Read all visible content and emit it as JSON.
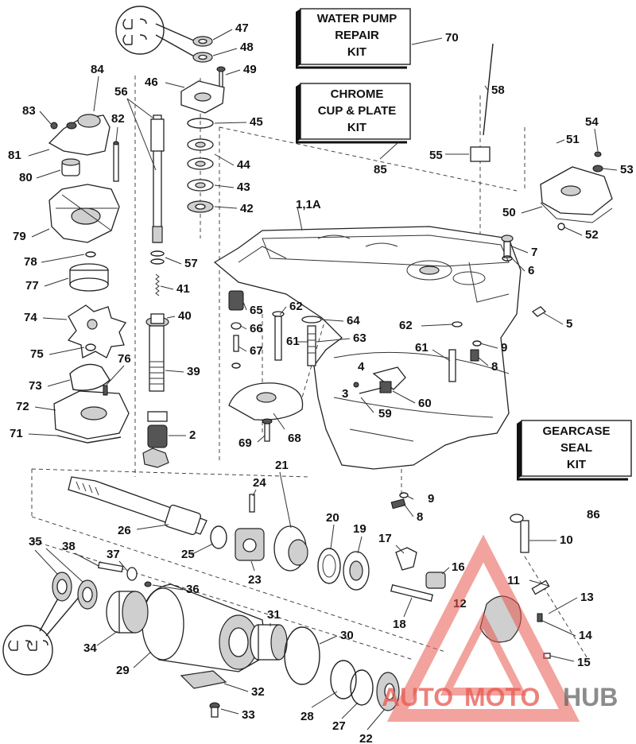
{
  "kits": {
    "water_pump": [
      "WATER PUMP",
      "REPAIR",
      "KIT"
    ],
    "chrome_cup": [
      "CHROME",
      "CUP & PLATE",
      "KIT"
    ],
    "gearcase_seal": [
      "GEARCASE",
      "SEAL",
      "KIT"
    ]
  },
  "callouts": {
    "c1_1a": "1,1A",
    "c2": "2",
    "c3": "3",
    "c4": "4",
    "c5": "5",
    "c6": "6",
    "c7": "7",
    "c8a": "8",
    "c8b": "8",
    "c9a": "9",
    "c9b": "9",
    "c10": "10",
    "c11": "11",
    "c12": "12",
    "c13": "13",
    "c14": "14",
    "c15": "15",
    "c16": "16",
    "c17": "17",
    "c18": "18",
    "c19": "19",
    "c20": "20",
    "c21": "21",
    "c22": "22",
    "c23": "23",
    "c24": "24",
    "c25": "25",
    "c26": "26",
    "c27": "27",
    "c28": "28",
    "c29": "29",
    "c30": "30",
    "c31": "31",
    "c32": "32",
    "c33": "33",
    "c34": "34",
    "c35": "35",
    "c36": "36",
    "c37": "37",
    "c38": "38",
    "c39": "39",
    "c40": "40",
    "c41": "41",
    "c42": "42",
    "c43": "43",
    "c44": "44",
    "c45": "45",
    "c46": "46",
    "c47": "47",
    "c48": "48",
    "c49": "49",
    "c50": "50",
    "c51": "51",
    "c52": "52",
    "c53": "53",
    "c54": "54",
    "c55": "55",
    "c56": "56",
    "c57": "57",
    "c58": "58",
    "c59": "59",
    "c60": "60",
    "c61a": "61",
    "c61b": "61",
    "c62a": "62",
    "c62b": "62",
    "c63": "63",
    "c64": "64",
    "c65": "65",
    "c66": "66",
    "c67": "67",
    "c68": "68",
    "c69": "69",
    "c70": "70",
    "c71": "71",
    "c72": "72",
    "c73": "73",
    "c74": "74",
    "c75": "75",
    "c76": "76",
    "c77": "77",
    "c78": "78",
    "c79": "79",
    "c80": "80",
    "c81": "81",
    "c82": "82",
    "c83": "83",
    "c84": "84",
    "c85": "85",
    "c86": "86"
  },
  "watermark": {
    "auto": "AUTO",
    "moto": "MOTO",
    "hub": "HUB"
  },
  "colors": {
    "ink": "#222222",
    "watermark_red": "#e8584e",
    "watermark_gray": "#666666",
    "background": "#ffffff"
  }
}
